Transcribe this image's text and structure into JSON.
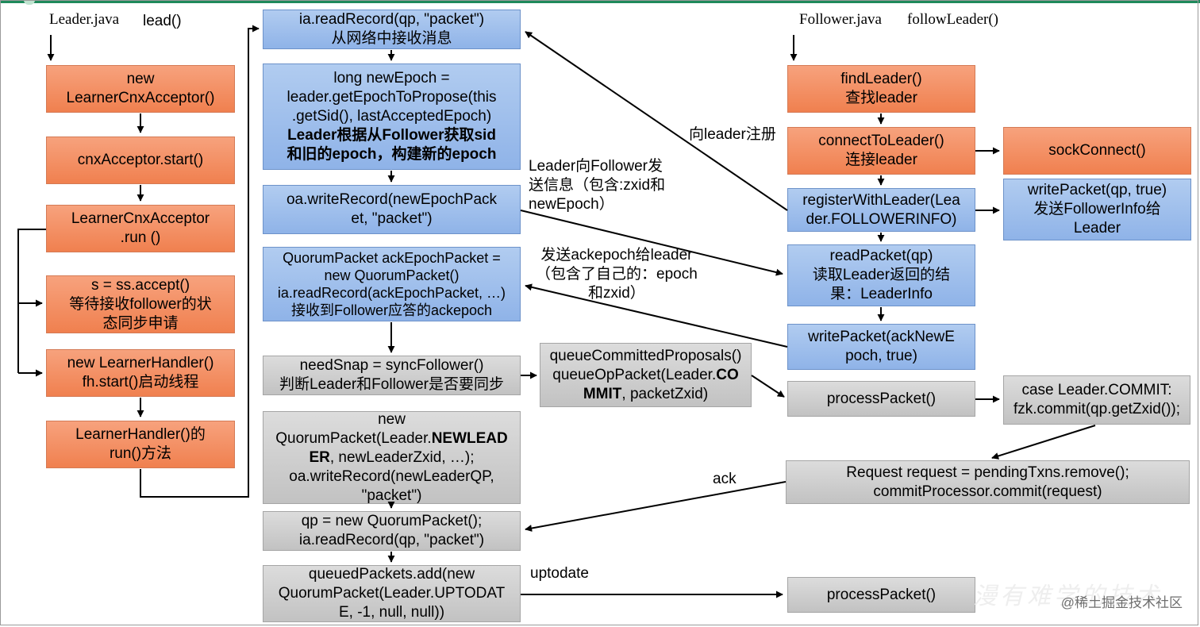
{
  "headers": {
    "leader_file": "Leader.java",
    "leader_method": "lead()",
    "follower_file": "Follower.java",
    "follower_method": "followLeader()"
  },
  "leader_column": [
    "new\nLearnerCnxAcceptor()",
    "cnxAcceptor.start()",
    "LearnerCnxAcceptor\n.run ()",
    "s = ss.accept()\n等待接收follower的状\n态同步申请",
    "new LearnerHandler()\nfh.start()启动线程",
    "LearnerHandler()的\nrun()方法"
  ],
  "handler_column": [
    "ia.readRecord(qp, \"packet\")\n从网络中接收消息",
    "long newEpoch =\nleader.getEpochToPropose(this\n.getSid(), lastAcceptedEpoch)",
    "Leader根据从Follower获取sid\n和旧的epoch，构建新的epoch",
    "oa.writeRecord(newEpochPack\net, \"packet\")",
    "QuorumPacket ackEpochPacket =\nnew QuorumPacket()\nia.readRecord(ackEpochPacket, …)\n接收到Follower应答的ackepoch",
    "needSnap = syncFollower()\n判断Leader和Follower是否要同步",
    "new\nQuorumPacket(Leader.",
    "NEWLEAD\nER",
    ", newLeaderZxid, …);\noa.writeRecord(newLeaderQP,\n\"packet\")",
    "qp = new QuorumPacket();\n      ia.readRecord(qp, \"packet\")",
    "queuedPackets.add(new\nQuorumPacket(Leader.UPTODAT\nE, -1, null, null))"
  ],
  "middle": {
    "queue_pre": "queueCommittedProposals()\nqueueOpPacket(Leader.",
    "queue_bold": "CO\nMMIT",
    "queue_post": ", packetZxid)"
  },
  "follower_column": [
    "findLeader()\n查找leader",
    "connectToLeader()\n连接leader",
    "registerWithLeader(Lea\nder.FOLLOWERINFO)",
    "readPacket(qp)\n读取Leader返回的结\n果：LeaderInfo",
    "writePacket(ackNewE\npoch, true)",
    "processPacket()",
    "Request request = pendingTxns.remove();\ncommitProcessor.commit(request)",
    "processPacket()"
  ],
  "right_column": [
    "sockConnect()",
    "writePacket(qp, true)\n发送FollowerInfo给\nLeader",
    "case Leader.COMMIT:\nfzk.commit(qp.getZxid());"
  ],
  "edge_labels": {
    "register": "向leader注册",
    "send_info": "Leader向Follower发\n送信息（包含:zxid和\nnewEpoch）",
    "send_ack": "发送ackepoch给leader\n（包含了自己的：epoch\n和zxid）",
    "ack": "ack",
    "uptodate": "uptodate"
  },
  "watermark": "@稀土掘金技术社区",
  "colors": {
    "orange": "#f0804f",
    "blue": "#8fb3e8",
    "gray": "#c8c8c8",
    "accent": "#1f8a5b"
  }
}
